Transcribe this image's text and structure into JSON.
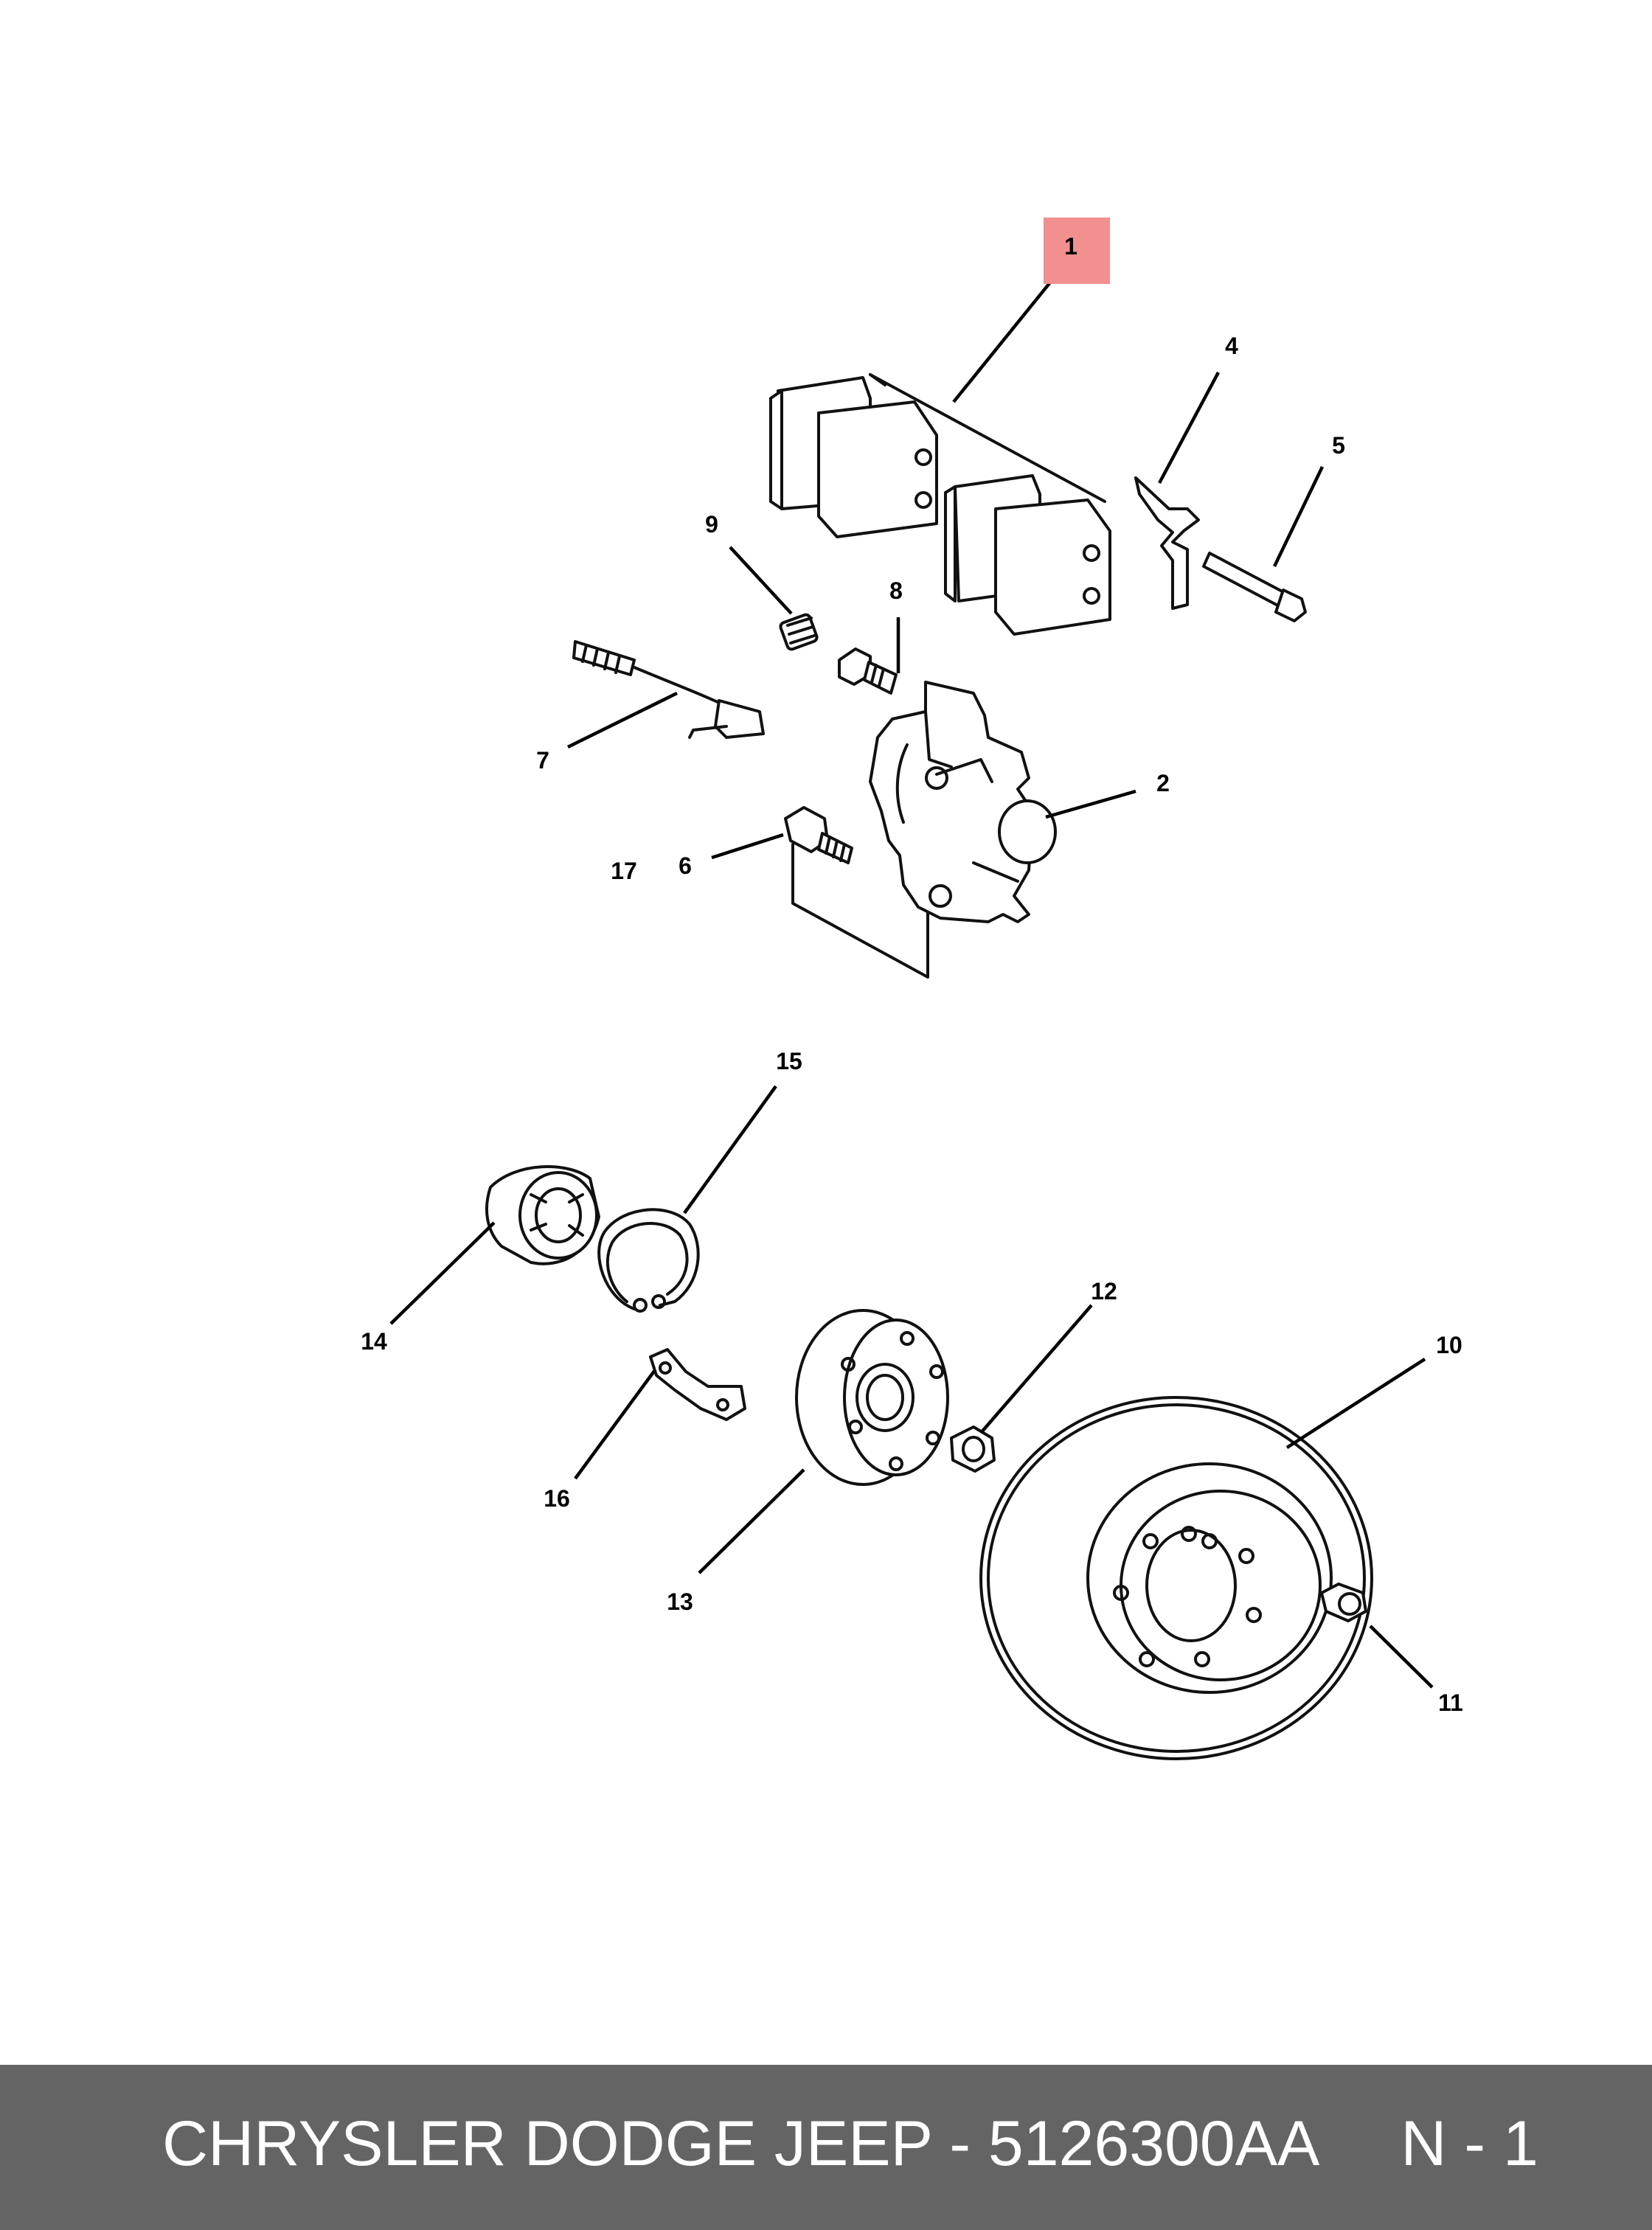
{
  "diagram": {
    "highlight_color": "#f28f8f",
    "highlighted_callout": "1",
    "callouts": [
      {
        "id": "c1",
        "label": "1"
      },
      {
        "id": "c2",
        "label": "2"
      },
      {
        "id": "c4",
        "label": "4"
      },
      {
        "id": "c5",
        "label": "5"
      },
      {
        "id": "c6",
        "label": "6"
      },
      {
        "id": "c7",
        "label": "7"
      },
      {
        "id": "c8",
        "label": "8"
      },
      {
        "id": "c9",
        "label": "9"
      },
      {
        "id": "c10",
        "label": "10"
      },
      {
        "id": "c11",
        "label": "11"
      },
      {
        "id": "c12",
        "label": "12"
      },
      {
        "id": "c13",
        "label": "13"
      },
      {
        "id": "c14",
        "label": "14"
      },
      {
        "id": "c15",
        "label": "15"
      },
      {
        "id": "c16",
        "label": "16"
      },
      {
        "id": "c17",
        "label": "17"
      }
    ]
  },
  "footer": {
    "brand_part": "CHRYSLER DODGE JEEP - 5126300AA",
    "page_ref": "N - 1",
    "background_color": "#646464"
  }
}
